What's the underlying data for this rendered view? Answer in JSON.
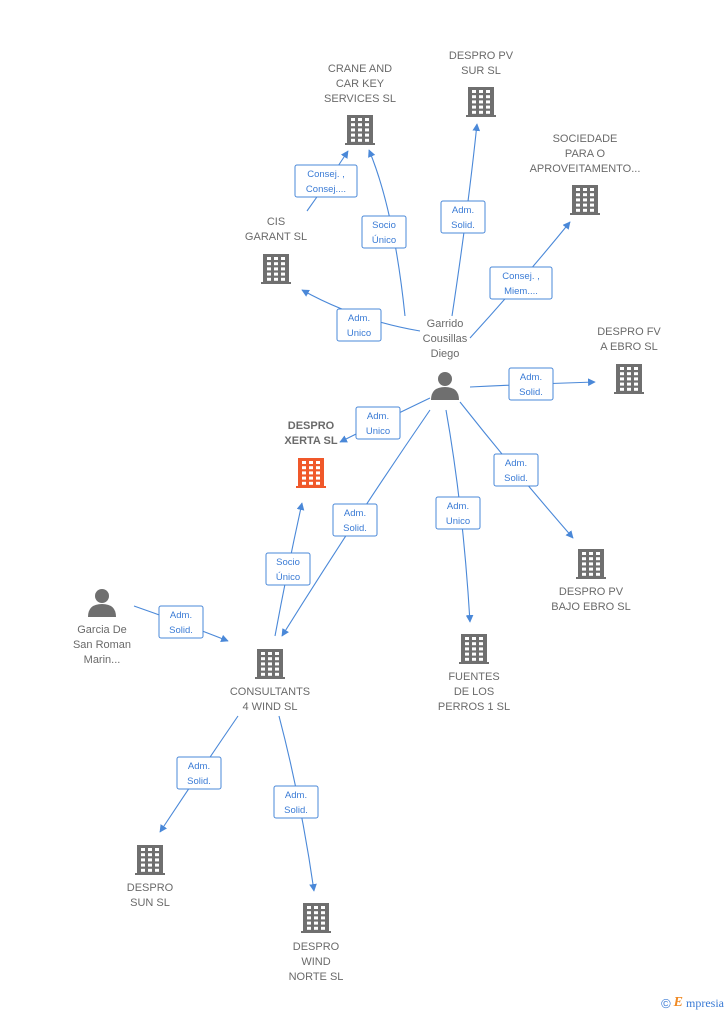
{
  "colors": {
    "edge": "#4a88d8",
    "edge_text": "#3a7bd5",
    "node_icon": "#6f6f6f",
    "focus_icon": "#f0582a",
    "label": "#6a6a6a"
  },
  "nodes": [
    {
      "id": "garrido",
      "type": "person",
      "lines": [
        "Garrido",
        "Cousillas",
        "Diego"
      ]
    },
    {
      "id": "crane",
      "type": "company",
      "lines": [
        "CRANE AND",
        "CAR KEY",
        "SERVICES  SL"
      ]
    },
    {
      "id": "despro_pv_sur",
      "type": "company",
      "lines": [
        "DESPRO PV",
        "SUR  SL"
      ]
    },
    {
      "id": "sociedade",
      "type": "company",
      "lines": [
        "SOCIEDADE",
        "PARA O",
        "APROVEITAMENTO..."
      ]
    },
    {
      "id": "cis",
      "type": "company",
      "lines": [
        "CIS",
        "GARANT  SL"
      ]
    },
    {
      "id": "despro_fv",
      "type": "company",
      "lines": [
        "DESPRO FV",
        "A EBRO  SL"
      ]
    },
    {
      "id": "despro_xerta",
      "type": "focus",
      "lines": [
        "DESPRO",
        "XERTA  SL"
      ]
    },
    {
      "id": "despro_pv_bajo",
      "type": "company",
      "lines": [
        "DESPRO PV",
        "BAJO EBRO  SL"
      ]
    },
    {
      "id": "garcia",
      "type": "person",
      "lines": [
        "Garcia De",
        "San Roman",
        "Marin..."
      ]
    },
    {
      "id": "consultants",
      "type": "company",
      "lines": [
        "CONSULTANTS",
        "4 WIND  SL"
      ]
    },
    {
      "id": "fuentes",
      "type": "company",
      "lines": [
        "FUENTES",
        "DE LOS",
        "PERROS 1  SL"
      ]
    },
    {
      "id": "despro_sun",
      "type": "company",
      "lines": [
        "DESPRO",
        "SUN  SL"
      ]
    },
    {
      "id": "despro_wind",
      "type": "company",
      "lines": [
        "DESPRO",
        "WIND",
        "NORTE  SL"
      ]
    }
  ],
  "edges": [
    {
      "from": "garrido",
      "to": "crane",
      "lines": [
        "Socio",
        "Único"
      ]
    },
    {
      "from": "garrido",
      "to": "despro_pv_sur",
      "lines": [
        "Adm.",
        "Solid."
      ]
    },
    {
      "from": "garrido",
      "to": "sociedade",
      "lines": [
        "Consej. ,",
        "Miem...."
      ]
    },
    {
      "from": "cis",
      "to": "crane",
      "lines": [
        "Consej. ,",
        "Consej...."
      ]
    },
    {
      "from": "garrido",
      "to": "cis",
      "lines": [
        "Adm.",
        "Unico"
      ]
    },
    {
      "from": "garrido",
      "to": "despro_fv",
      "lines": [
        "Adm.",
        "Solid."
      ]
    },
    {
      "from": "garrido",
      "to": "despro_xerta",
      "lines": [
        "Adm.",
        "Unico"
      ]
    },
    {
      "from": "garrido",
      "to": "despro_pv_bajo",
      "lines": [
        "Adm.",
        "Solid."
      ]
    },
    {
      "from": "garrido",
      "to": "consultants",
      "lines": [
        "Adm.",
        "Solid."
      ]
    },
    {
      "from": "garrido",
      "to": "fuentes",
      "lines": [
        "Adm.",
        "Unico"
      ]
    },
    {
      "from": "consultants",
      "to": "despro_xerta",
      "lines": [
        "Socio",
        "Único"
      ]
    },
    {
      "from": "garcia",
      "to": "consultants",
      "lines": [
        "Adm.",
        "Solid."
      ]
    },
    {
      "from": "consultants",
      "to": "despro_sun",
      "lines": [
        "Adm.",
        "Solid."
      ]
    },
    {
      "from": "consultants",
      "to": "despro_wind",
      "lines": [
        "Adm.",
        "Solid."
      ]
    }
  ],
  "watermark": {
    "copyright": "©",
    "brand_initial": "E",
    "brand_rest": "mpresia"
  }
}
